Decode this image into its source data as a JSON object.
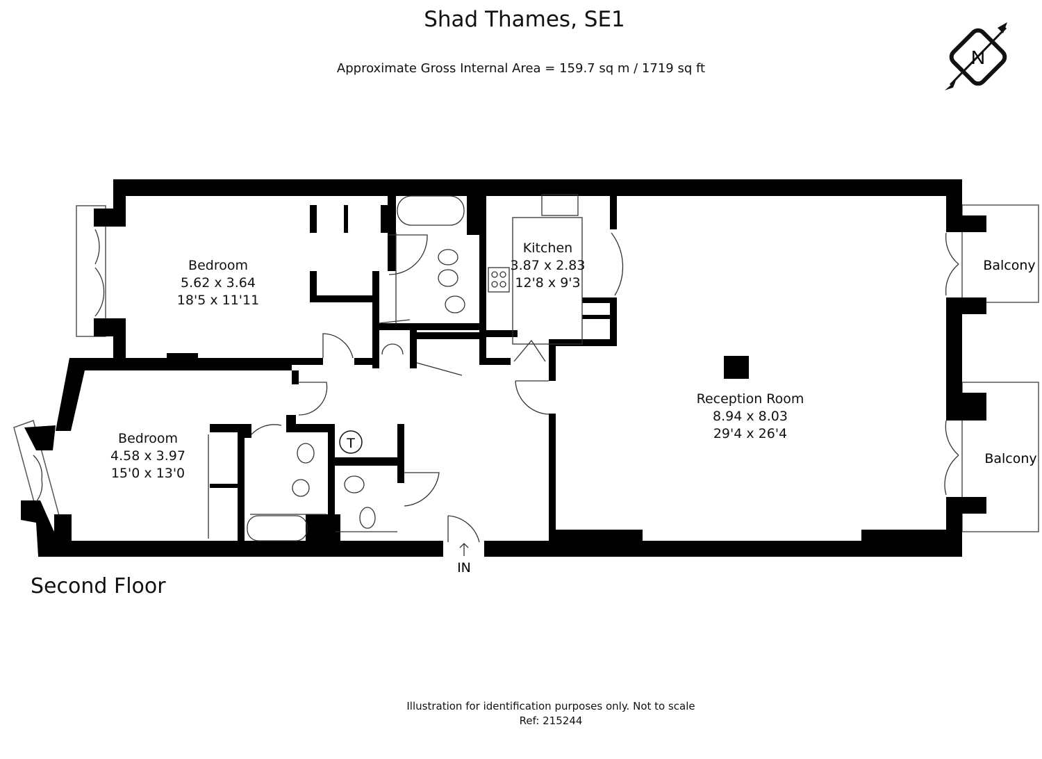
{
  "header": {
    "title": "Shad Thames, SE1",
    "subtitle": "Approximate Gross Internal Area = 159.7 sq m / 1719 sq ft"
  },
  "compass": {
    "label": "N"
  },
  "rooms": [
    {
      "name": "Bedroom",
      "metric": "5.62 x 3.64",
      "imperial": "18'5 x 11'11"
    },
    {
      "name": "Kitchen",
      "metric": "3.87 x 2.83",
      "imperial": "12'8 x 9'3"
    },
    {
      "name": "Reception Room",
      "metric": "8.94 x 8.03",
      "imperial": "29'4 x 26'4"
    },
    {
      "name": "Bedroom",
      "metric": "4.58 x 3.97",
      "imperial": "15'0 x 13'0"
    }
  ],
  "balconies": [
    "Balcony",
    "Balcony"
  ],
  "markers": {
    "entrance": "IN",
    "tank": "T"
  },
  "floor_label": "Second Floor",
  "footer": {
    "disclaimer": "Illustration for identification purposes only. Not to scale",
    "ref": "Ref: 215244"
  }
}
